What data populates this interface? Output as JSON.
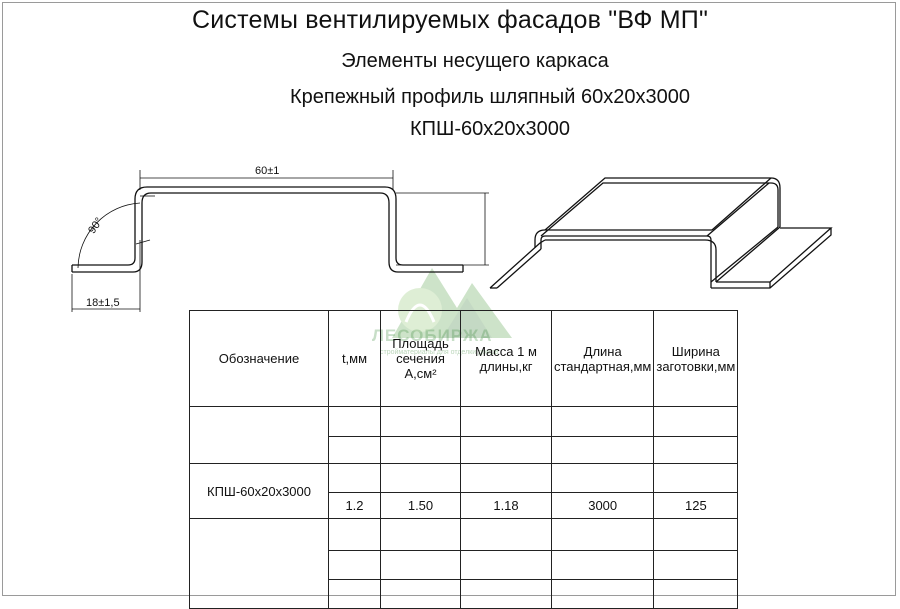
{
  "header": {
    "title": "Системы вентилируемых фасадов \"ВФ МП\"",
    "subtitle": "Элементы несущего каркаса",
    "product_name": "Крепежный профиль шляпный 60х20х3000",
    "product_code": "КПШ-60х20х3000"
  },
  "drawing": {
    "dim_width": "60±1",
    "dim_flange": "18±1,5",
    "dim_angle": "90°"
  },
  "watermark": {
    "brand": "ЛЕСОБИРЖА",
    "tagline": "стройматериалы для отделки домов"
  },
  "table": {
    "headers": {
      "designation": "Обозначение",
      "thickness": "t,мм",
      "area": "Площадь сечения А,см²",
      "mass": "Масса 1 м длины,кг",
      "length": "Длина стандартная,мм",
      "width": "Ширина заготовки,мм"
    },
    "row": {
      "designation": "КПШ-60х20х3000",
      "thickness": "1.2",
      "area": "1.50",
      "mass": "1.18",
      "length": "3000",
      "width": "125"
    }
  }
}
